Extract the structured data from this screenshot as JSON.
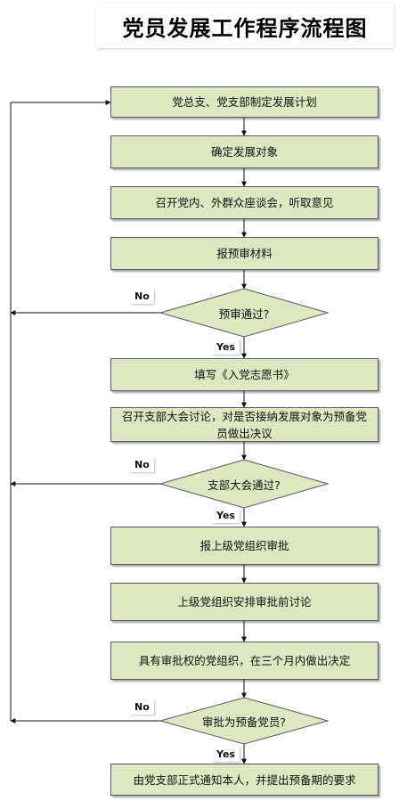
{
  "title": "党员发展工作程序流程图",
  "steps": [
    "党总支、党支部制定发展计划",
    "确定发展对象",
    "召开党内、外群众座谈会，听取意见",
    "报预审材料",
    "填写《入党志愿书》",
    "召开支部大会讨论，对是否接纳发展对象为预备党员做出决议",
    "报上级党组织审批",
    "上级党组织安排审批前讨论",
    "具有审批权的党组织，在三个月内做出决定",
    "由党支部正式通知本人，并提出预备期的要求"
  ],
  "decisions": [
    {
      "label": "预审通过?",
      "no": "No",
      "yes": "Yes"
    },
    {
      "label": "支部大会通过?",
      "no": "No",
      "yes": "Yes"
    },
    {
      "label": "审批为预备党员?",
      "no": "No",
      "yes": "Yes"
    }
  ],
  "colors": {
    "box_fill": "#dde8c2",
    "stroke": "#5a5a5a"
  }
}
